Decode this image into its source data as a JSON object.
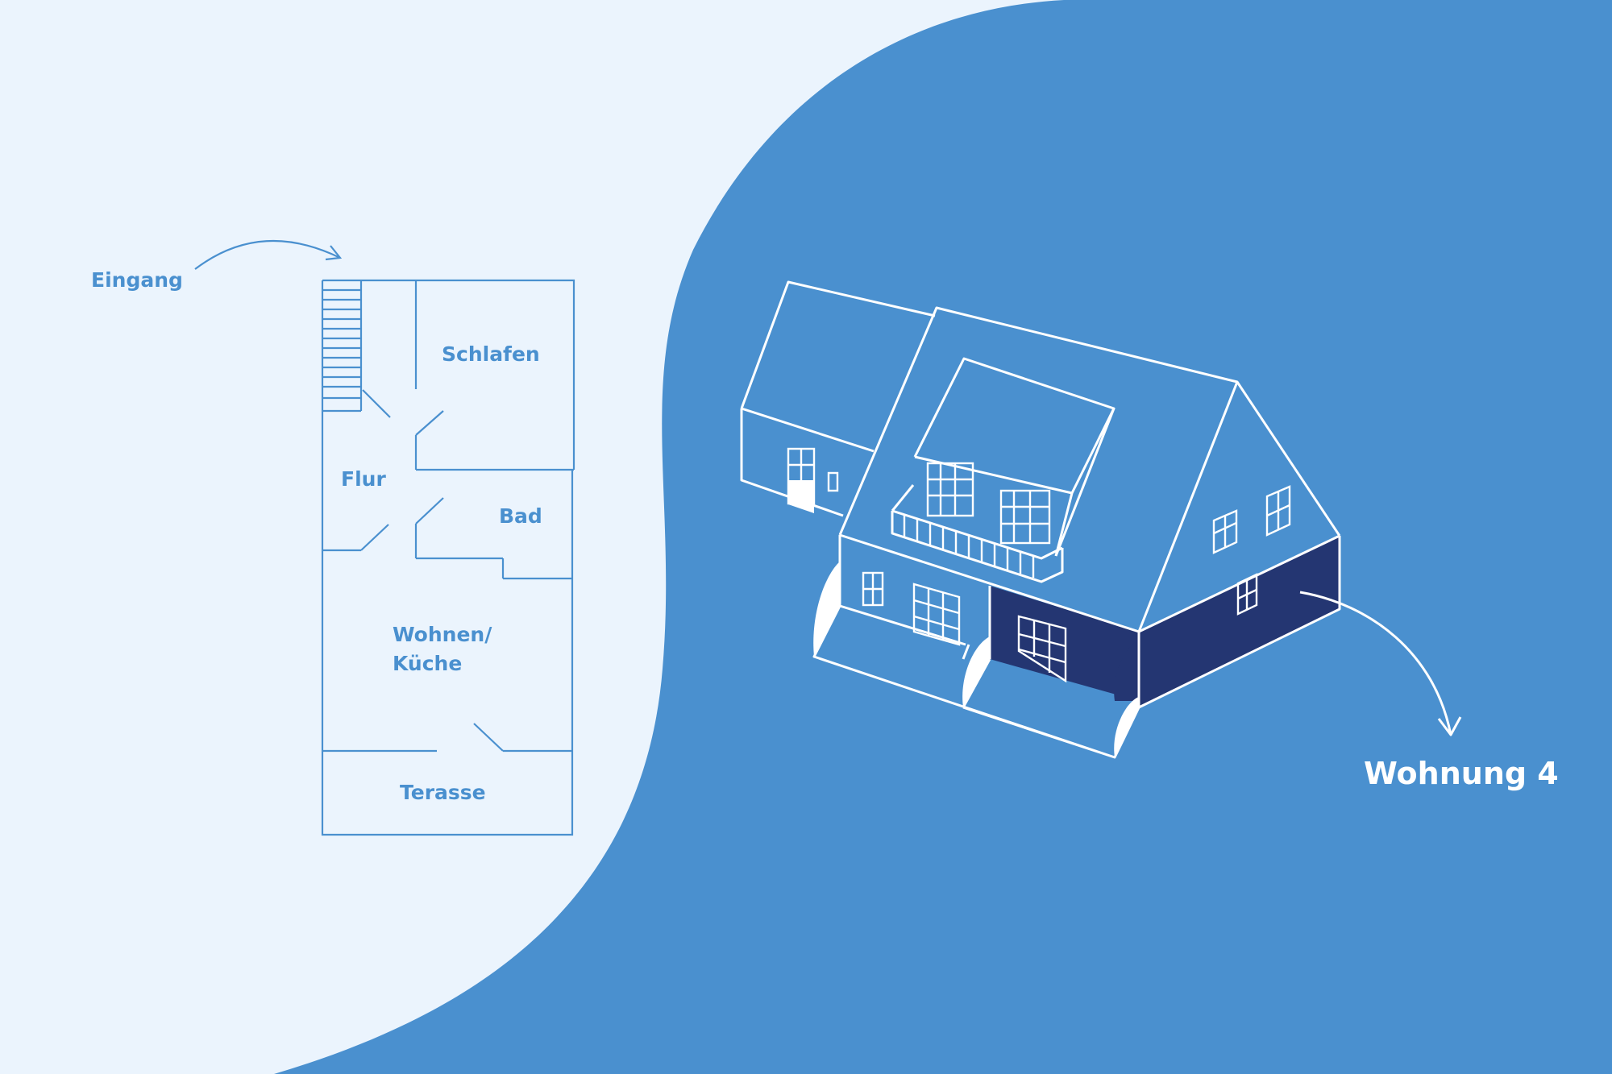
{
  "colors": {
    "background_light": "#ebf4fd",
    "background_blue": "#4a90cf",
    "highlight_navy": "#243672",
    "line_white": "#ffffff"
  },
  "floor_plan": {
    "entrance_label": "Eingang",
    "rooms": {
      "schlafen": "Schlafen",
      "flur": "Flur",
      "bad": "Bad",
      "wohnen_line1": "Wohnen/",
      "wohnen_line2": "Küche",
      "terasse": "Terasse"
    }
  },
  "house": {
    "callout_label": "Wohnung 4"
  }
}
